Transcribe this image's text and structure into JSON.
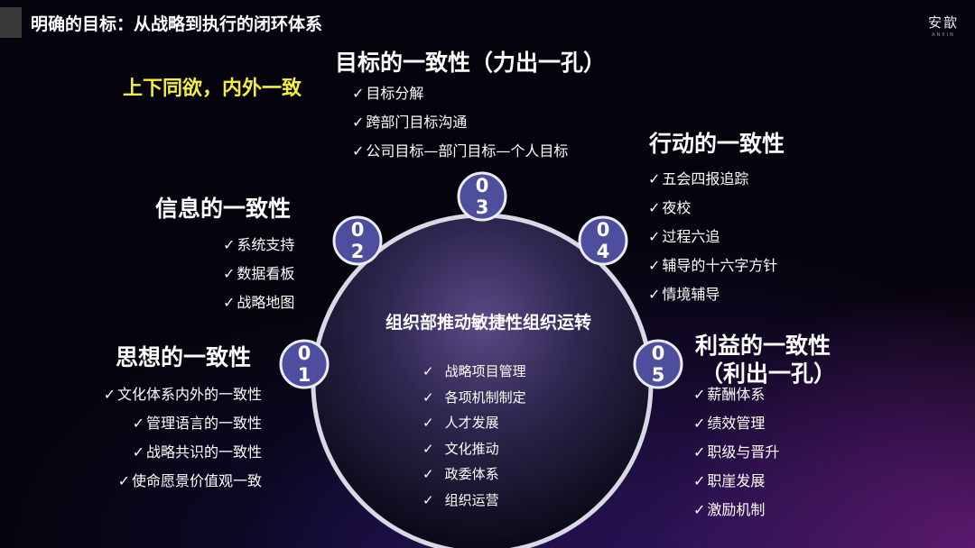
{
  "header": {
    "title": "明确的目标：从战略到执行的闭环体系"
  },
  "logo": {
    "main": "安歆",
    "sub": "ANXIN"
  },
  "slogan": "上下同欲，内外一致",
  "center": {
    "title": "组织部推动敏捷性组织运转",
    "items": [
      "战略项目管理",
      "各项机制制定",
      "人才发展",
      "文化推动",
      "政委体系",
      "组织运营"
    ]
  },
  "check": "✓",
  "badges": {
    "b1": "0\n1",
    "b2": "0\n2",
    "b3": "0\n3",
    "b4": "0\n4",
    "b5": "0\n5"
  },
  "nodes": {
    "thought": {
      "heading": "思想的一致性",
      "items": [
        "文化体系内外的一致性",
        "管理语言的一致性",
        "战略共识的一致性",
        "使命愿景价值观一致"
      ]
    },
    "info": {
      "heading": "信息的一致性",
      "items": [
        "系统支持",
        "数据看板",
        "战略地图"
      ]
    },
    "goal": {
      "heading": "目标的一致性（力出一孔）",
      "items": [
        "目标分解",
        "跨部门目标沟通",
        "公司目标—部门目标—个人目标"
      ]
    },
    "action": {
      "heading": "行动的一致性",
      "items": [
        "五会四报追踪",
        "夜校",
        "过程六追",
        "辅导的十六字方针",
        "情境辅导"
      ]
    },
    "interest": {
      "heading_line1": "利益的一致性",
      "heading_line2": "（利出一孔）",
      "items": [
        "薪酬体系",
        "绩效管理",
        "职级与晋升",
        "职崖发展",
        "激励机制"
      ]
    }
  },
  "colors": {
    "badge": "#4e4e9e",
    "ring": "#d9d9e6",
    "slogan": "#f4ef3a"
  }
}
